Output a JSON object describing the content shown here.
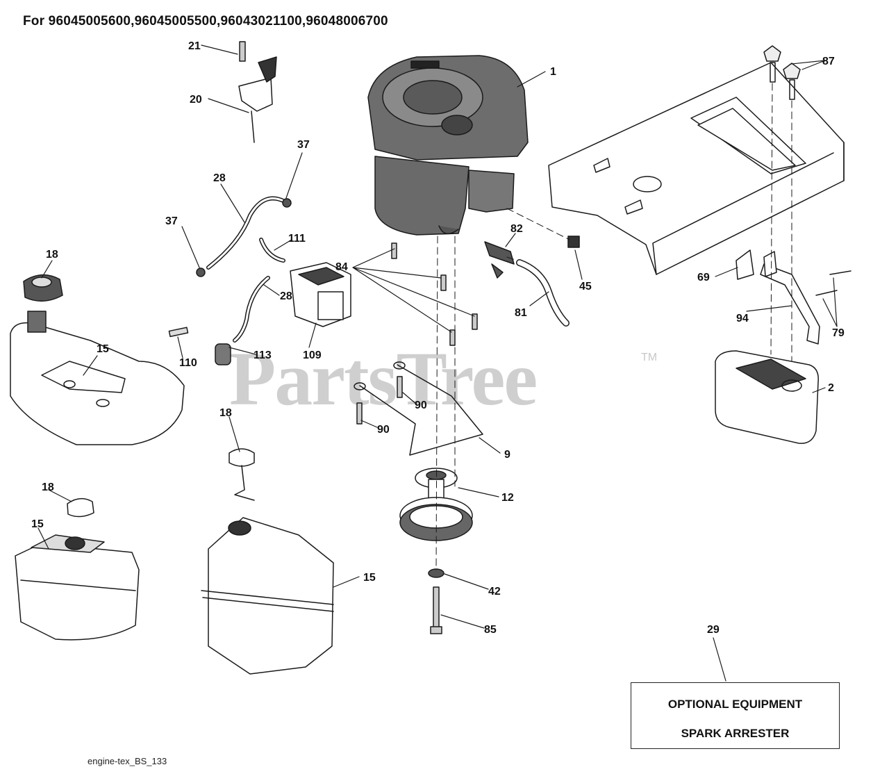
{
  "header": "For 96045005600,96045005500,96043021100,96048006700",
  "watermark": "PartsTree",
  "trademark": "TM",
  "footer": "engine-tex_BS_133",
  "optional_box": {
    "line1": "OPTIONAL EQUIPMENT",
    "line2": "SPARK ARRESTER"
  },
  "callouts": {
    "c1": "1",
    "c2": "2",
    "c9": "9",
    "c12": "12",
    "c15a": "15",
    "c15b": "15",
    "c15c": "15",
    "c18a": "18",
    "c18b": "18",
    "c18c": "18",
    "c20": "20",
    "c21": "21",
    "c28a": "28",
    "c28b": "28",
    "c29": "29",
    "c37a": "37",
    "c37b": "37",
    "c42": "42",
    "c45": "45",
    "c69": "69",
    "c79": "79",
    "c81": "81",
    "c82": "82",
    "c84": "84",
    "c85": "85",
    "c87": "87",
    "c90a": "90",
    "c90b": "90",
    "c94": "94",
    "c109": "109",
    "c110": "110",
    "c111": "111",
    "c113": "113"
  }
}
